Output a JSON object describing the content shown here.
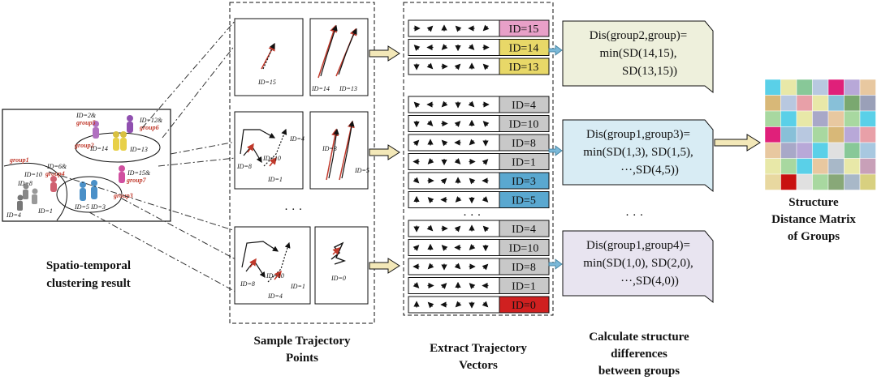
{
  "captions": {
    "clustering": [
      "Spatio-temporal",
      "clustering result"
    ],
    "sample": [
      "Sample Trajectory",
      "Points"
    ],
    "extract": [
      "Extract Trajectory",
      "Vectors"
    ],
    "calculate": [
      "Calculate structure",
      "differences",
      "between groups"
    ],
    "matrix": [
      "Structure",
      "Distance Matrix",
      "of Groups"
    ]
  },
  "scene_labels": {
    "group2_id": "ID=2&",
    "group5": "group5",
    "group6_id": "ID=12&",
    "group6": "group6",
    "group2": "group2",
    "id14": "ID=14",
    "id13": "ID=13",
    "group1": "group1",
    "group4_id": "ID=6&",
    "group4": "group4",
    "id10": "ID=10",
    "id8": "ID=8",
    "group7_id": "ID=15&",
    "group7": "group7",
    "id4": "ID=4",
    "id1": "ID=1",
    "id5": "ID=5",
    "id3": "ID=3",
    "group3": "group3"
  },
  "sample_labels": {
    "p1": "ID=15",
    "p2a": "ID=14",
    "p2b": "ID=13",
    "p3a": "ID=8",
    "p3b": "ID=10",
    "p3c": "ID=1",
    "p3d": "ID=4",
    "p4a": "ID=3",
    "p4b": "ID=5",
    "p5a": "ID=8",
    "p5b": "ID=10",
    "p5c": "ID=1",
    "p5d": "ID=4",
    "p6": "ID=0",
    "ellipsis": "· · ·"
  },
  "groups": [
    {
      "rows": [
        {
          "id": "ID=15",
          "color": "#e8a0c8"
        },
        {
          "id": "ID=14",
          "color": "#e8d868"
        },
        {
          "id": "ID=13",
          "color": "#e8d868"
        }
      ]
    },
    {
      "rows": [
        {
          "id": "ID=4",
          "color": "#c8c8c8"
        },
        {
          "id": "ID=10",
          "color": "#c8c8c8"
        },
        {
          "id": "ID=8",
          "color": "#c8c8c8"
        },
        {
          "id": "ID=1",
          "color": "#c8c8c8"
        },
        {
          "id": "ID=3",
          "color": "#5aa8d0"
        },
        {
          "id": "ID=5",
          "color": "#5aa8d0"
        }
      ]
    },
    {
      "rows": [
        {
          "id": "ID=4",
          "color": "#c8c8c8"
        },
        {
          "id": "ID=10",
          "color": "#c8c8c8"
        },
        {
          "id": "ID=8",
          "color": "#c8c8c8"
        },
        {
          "id": "ID=1",
          "color": "#c8c8c8"
        },
        {
          "id": "ID=0",
          "color": "#d02020"
        }
      ]
    }
  ],
  "vector_ellipsis": "· · ·",
  "formulas": [
    {
      "lines": [
        "Dis(group2,group)=",
        "min(SD(14,15),",
        "SD(13,15))"
      ],
      "fill": "#eef0dc"
    },
    {
      "lines": [
        "Dis(group1,group3)=",
        "min(SD(1,3), SD(1,5),",
        "···,SD(4,5))"
      ],
      "fill": "#d8ecf4"
    },
    {
      "lines": [
        "Dis(group1,group4)=",
        "min(SD(1,0), SD(2,0),",
        "···,SD(4,0))"
      ],
      "fill": "#e8e4f0"
    }
  ],
  "formula_ellipsis": "· · ·",
  "matrix_colors": [
    [
      "#5ad0e8",
      "#e8e8a8",
      "#88c898",
      "#b8c8e0",
      "#e0207a",
      "#b8a8d8",
      "#e8c8a0"
    ],
    [
      "#d8b878",
      "#b8c8e0",
      "#e8a0a8",
      "#e8e8a8",
      "#88c0d8",
      "#7aa870",
      "#9aa0b8"
    ],
    [
      "#a8d8a0",
      "#5ad0e8",
      "#e8e8a8",
      "#a8a8c8",
      "#e8c8a0",
      "#a8d8a0",
      "#5ad0e8"
    ],
    [
      "#e0207a",
      "#88c0d8",
      "#b8c8e0",
      "#a8d8a0",
      "#d8b878",
      "#b8a8d8",
      "#e8a0a8"
    ],
    [
      "#e8c8a0",
      "#a8a8c8",
      "#b8a8d8",
      "#5ad0e8",
      "#e0e0e0",
      "#88c898",
      "#a8c8e0"
    ],
    [
      "#e8e8a8",
      "#a8d8a0",
      "#5ad0e8",
      "#e8c8a0",
      "#a8b8c8",
      "#e8e8a8",
      "#c8a0b8"
    ],
    [
      "#e8d8a0",
      "#c81010",
      "#e0e0e0",
      "#a8d8a0",
      "#88a878",
      "#a8b8c8",
      "#d8d080"
    ]
  ]
}
